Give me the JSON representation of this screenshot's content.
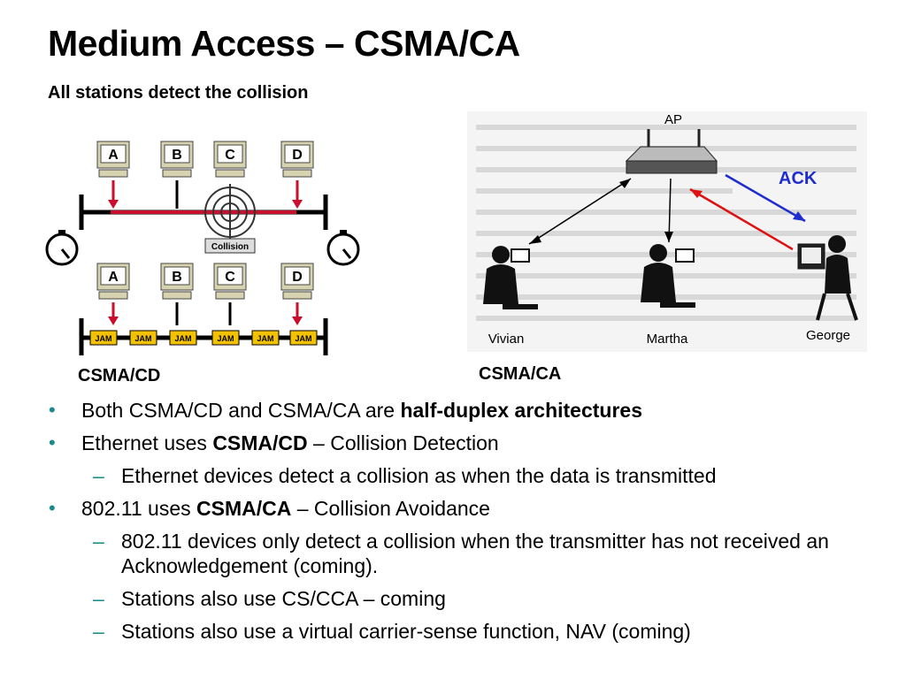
{
  "slide": {
    "title": "Medium Access – CSMA/CA",
    "subtitle": "All stations detect the collision",
    "cd_caption": "CSMA/CD",
    "ca_caption": "CSMA/CA"
  },
  "cd_diagram": {
    "station_labels": [
      "A",
      "B",
      "C",
      "D"
    ],
    "collision_label": "Collision",
    "jam_label": "JAM"
  },
  "ca_diagram": {
    "ap_label": "AP",
    "ack_label": "ACK",
    "people": [
      "Vivian",
      "Martha",
      "George"
    ]
  },
  "bullets": [
    {
      "level": 1,
      "marker": "•",
      "pre": "Both CSMA/CD and CSMA/CA are ",
      "bold": "half-duplex architectures",
      "post": ""
    },
    {
      "level": 1,
      "marker": "•",
      "pre": "Ethernet uses ",
      "bold": "CSMA/CD",
      "post": " – Collision Detection"
    },
    {
      "level": 2,
      "marker": "–",
      "pre": "Ethernet devices detect a collision as when the data is transmitted",
      "bold": "",
      "post": ""
    },
    {
      "level": 1,
      "marker": "•",
      "pre": "802.11 uses ",
      "bold": "CSMA/CA",
      "post": " – Collision Avoidance"
    },
    {
      "level": 2,
      "marker": "–",
      "pre": "802.11 devices only detect a collision when the transmitter has not received an Acknowledgement (coming).",
      "bold": "",
      "post": ""
    },
    {
      "level": 2,
      "marker": "–",
      "pre": "Stations also use CS/CCA – coming",
      "bold": "",
      "post": ""
    },
    {
      "level": 2,
      "marker": "–",
      "pre": "Stations also use a virtual carrier-sense function, NAV (coming)",
      "bold": "",
      "post": ""
    }
  ],
  "colors": {
    "bus_red": "#c8102e",
    "ack_blue": "#1f2ccf",
    "arrow_red": "#e01010",
    "bullet_teal": "#1a8a8a",
    "jam_yellow": "#f2c200"
  }
}
